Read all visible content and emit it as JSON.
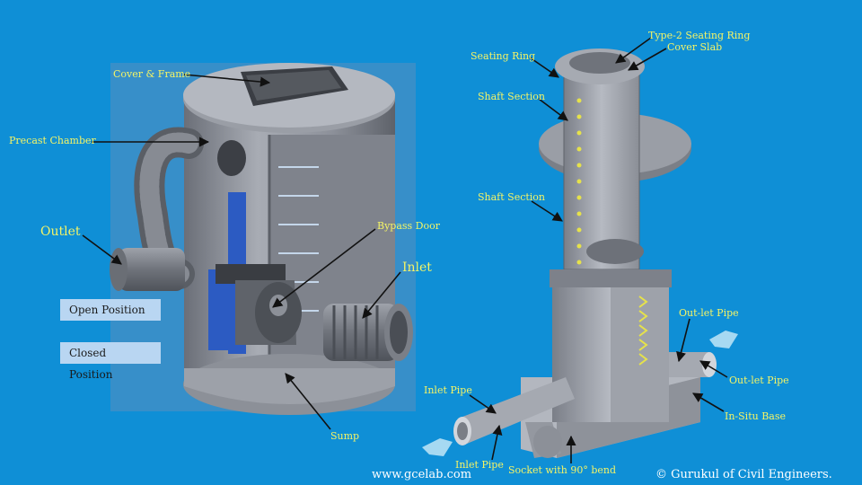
{
  "left_diagram": {
    "labels": {
      "cover_frame": "Cover & Frame",
      "precast_chamber": "Precast Chamber",
      "outlet": "Outlet",
      "bypass_door": "Bypass Door",
      "inlet": "Inlet",
      "sump": "Sump"
    },
    "buttons": {
      "open_position": "Open Position",
      "closed_position": "Closed Position"
    }
  },
  "right_diagram": {
    "labels": {
      "type2_seating_ring": "Type-2 Seating Ring",
      "cover_slab": "Cover Slab",
      "seating_ring": "Seating Ring",
      "shaft_section_1": "Shaft Section",
      "shaft_section_2": "Shaft Section",
      "outlet_pipe_1": "Out-let Pipe",
      "outlet_pipe_2": "Out-let Pipe",
      "insitu_base": "In-Situ Base",
      "inlet_pipe_1": "Inlet Pipe",
      "inlet_pipe_2": "Inlet Pipe",
      "socket_bend": "Socket with 90° bend"
    }
  },
  "footer": {
    "website": "www.gcelab.com",
    "copyright": "© Gurukul of Civil Engineers."
  },
  "colors": {
    "background": "#0f8fd6",
    "label_text": "#f4f466",
    "button_bg": "#b9d6f2",
    "arrow": "#111111"
  }
}
